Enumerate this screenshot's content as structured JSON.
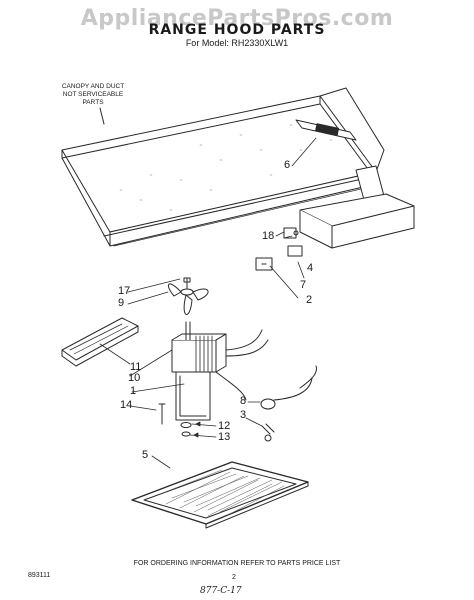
{
  "header": {
    "watermark": "AppliancePartsPros.com",
    "title": "RANGE HOOD PARTS",
    "subtitle": "For Model: RH2330XLW1"
  },
  "annotations": {
    "canopy_note": "CANOPY AND DUCT NOT SERVICEABLE PARTS"
  },
  "callouts": [
    "17",
    "9",
    "18",
    "6",
    "4",
    "7",
    "2",
    "11",
    "10",
    "1",
    "14",
    "8",
    "3",
    "5",
    "12",
    "13"
  ],
  "footer": {
    "ordering_note": "FOR ORDERING INFORMATION REFER TO PARTS PRICE LIST",
    "doc_code": "893111",
    "page_number": "2",
    "handwritten": "877-C-17"
  }
}
